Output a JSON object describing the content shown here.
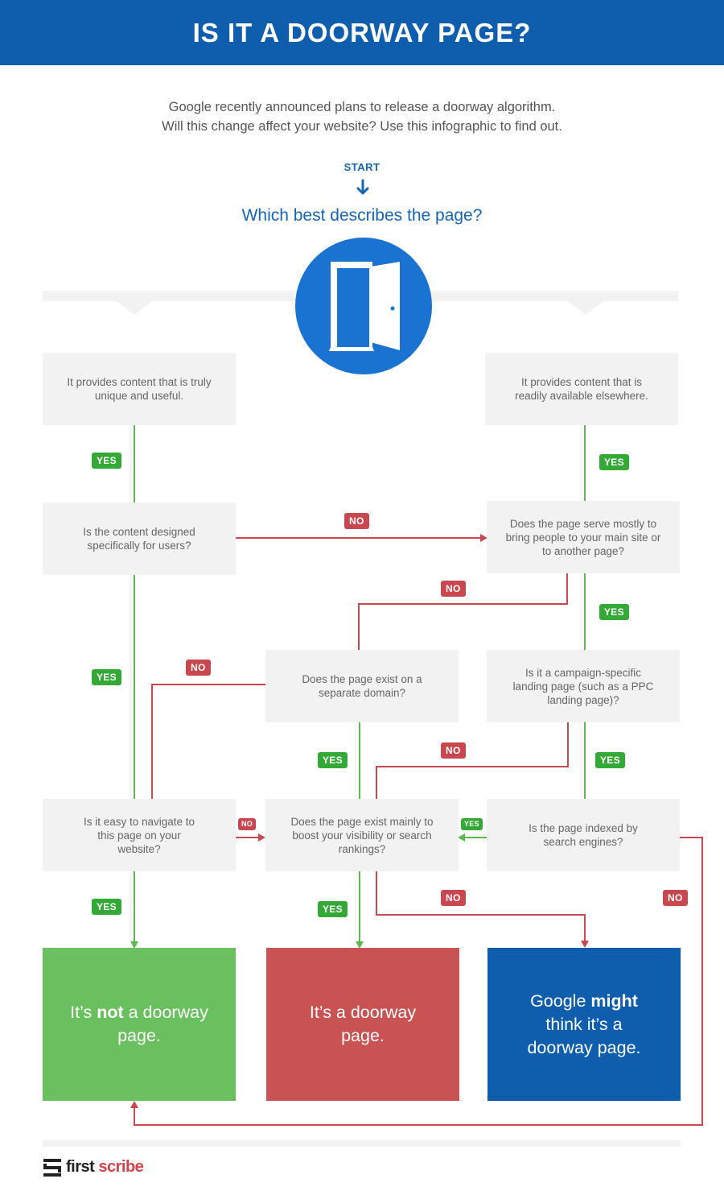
{
  "header": {
    "title": "IS IT A DOORWAY PAGE?"
  },
  "intro": {
    "line1": "Google recently announced plans to release a doorway algorithm.",
    "line2": "Will this change affect your website? Use this infographic to find out."
  },
  "start_label": "START",
  "question": "Which best describes the page?",
  "nodes": {
    "unique": "It provides content that is truly unique and useful.",
    "elsewhere": "It provides content that is readily available elsewhere.",
    "designed": "Is the content designed specifically for users?",
    "serve": "Does the page serve mostly to bring people to your main site or to another page?",
    "separate": "Does the page exist on a separate domain?",
    "campaign": "Is it a campaign-specific landing page (such as a PPC landing page)?",
    "navigate": "Is it easy to navigate to this page on your website?",
    "boost": "Does the page exist mainly to boost your visibility or search rankings?",
    "indexed": "Is the page indexed by search engines?"
  },
  "tags": {
    "yes": "YES",
    "no": "NO"
  },
  "results": {
    "not_doorway": {
      "pre": "It’s ",
      "bold": "not",
      "post": " a doorway page."
    },
    "doorway": {
      "text": "It’s a doorway page."
    },
    "might": {
      "pre": "Google ",
      "bold": "might",
      "post": " think it’s a doorway page."
    }
  },
  "colors": {
    "header": "#0e5ead",
    "yes": "#35a935",
    "no": "#c9474f",
    "green": "#6abf5e",
    "red": "#c95252",
    "blue": "#0e5ead"
  },
  "logo": {
    "first": "first",
    "second": "scribe"
  },
  "icons": [
    "door-icon",
    "arrow-down-icon",
    "stripes-logo-icon"
  ]
}
